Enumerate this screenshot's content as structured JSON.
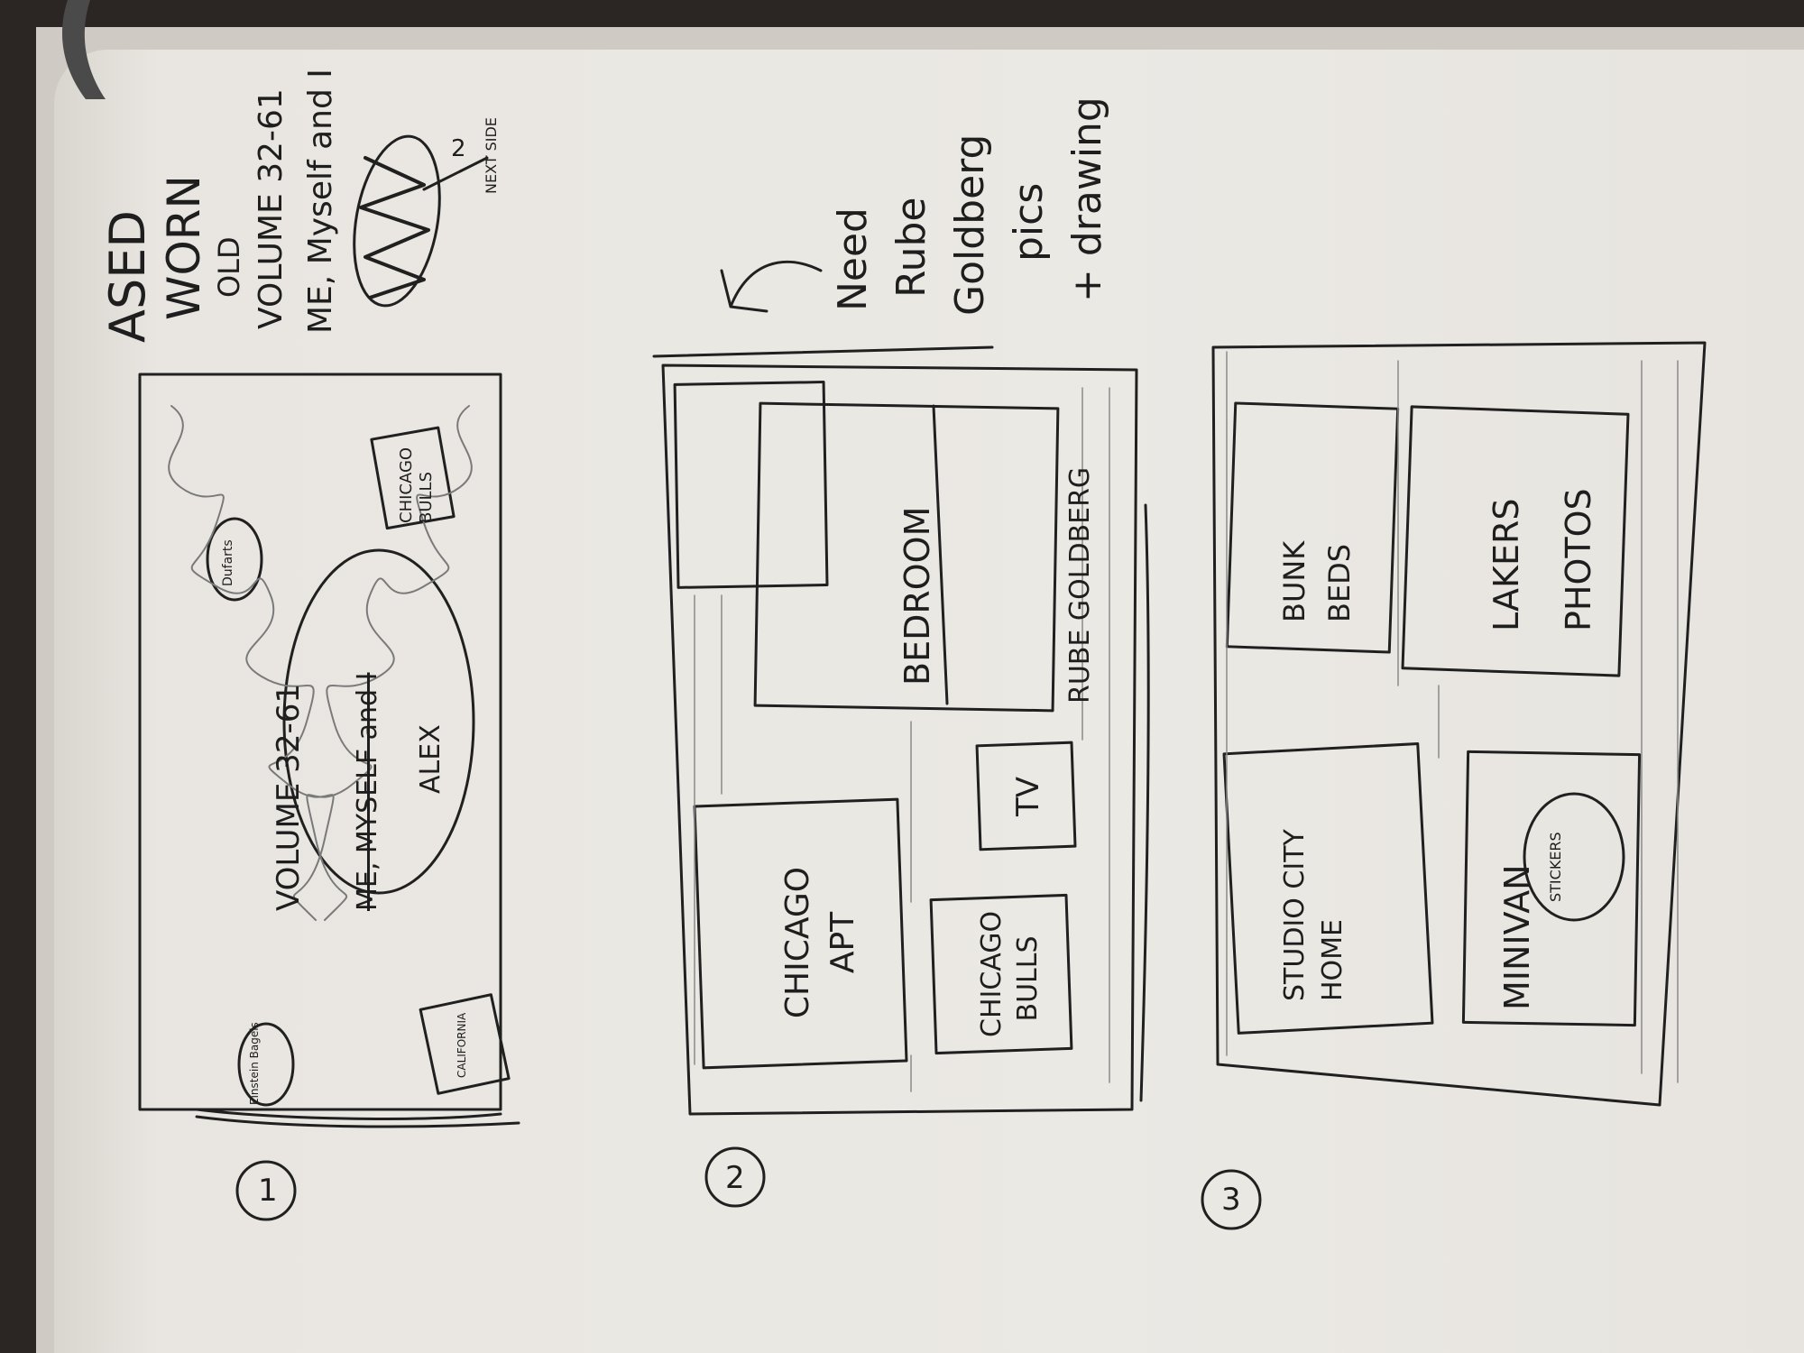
{
  "notes": {
    "title_line1": "ASED",
    "title_line2": "WORN",
    "title_line3": "OLD",
    "volume_line": "VOLUME 32-61",
    "me_line": "ME, Myself and I",
    "side_note_num": "2",
    "side_note_text": "NEXT SIDE"
  },
  "panel1": {
    "number": "1",
    "center_line1": "VOLUME 32-61",
    "center_line2": "ME, MYSELF and I",
    "center_line3": "ALEX",
    "bubble_top_left": "Einstein Bagels",
    "bubble_mid": "Dufarts",
    "box_left": "CALIFORNIA",
    "box_right": "CHICAGO BULLS"
  },
  "panel2": {
    "number": "2",
    "bedroom": "BEDROOM",
    "rube": "RUBE GOLDBERG",
    "chicago_apt": "CHICAGO APT",
    "chicago_bulls": "CHICAGO BULLS",
    "tv": "TV",
    "note_need": "Need",
    "note_rube": "Rube",
    "note_goldberg": "Goldberg",
    "note_pics": "pics",
    "note_drawing": "+ drawing"
  },
  "panel3": {
    "number": "3",
    "bunk_beds": "BUNK BEDS",
    "lakers_photos": "LAKERS PHOTOS",
    "studio_city": "STUDIO CITY HOME",
    "minivan": "MINIVAN",
    "stickers": "STICKERS"
  }
}
